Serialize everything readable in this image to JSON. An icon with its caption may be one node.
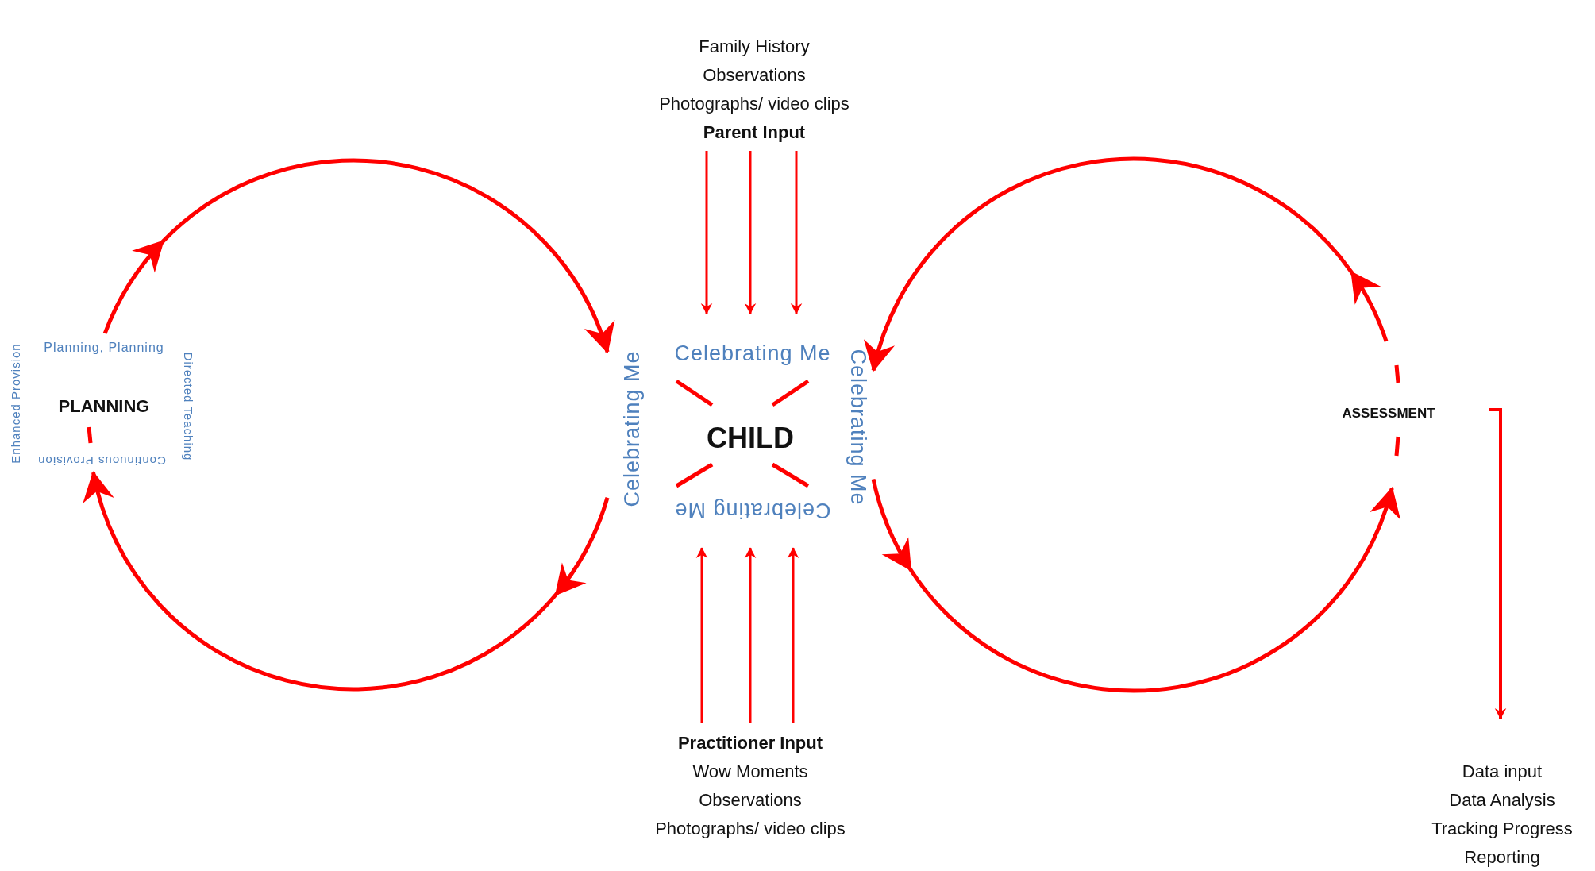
{
  "diagram": {
    "nodes": [
      {
        "text": [
          "Family History",
          "Observations",
          "Photographs/ video clips",
          "Parent Input"
        ]
      },
      {
        "text": [
          "Celebrating Me",
          "Celebrating Me",
          "CHILD",
          "Celebrating Me",
          "Celebrating Me"
        ]
      },
      {
        "text": [
          "Practitioner Input",
          "Wow Moments",
          "Observations",
          "Photographs/ video clips"
        ]
      },
      {
        "text": [
          "Planning, Planning",
          "Enhanced Provision",
          "PLANNING",
          "Directed Teaching",
          "Continuous Provision"
        ]
      },
      {
        "text": [
          "ASSESSMENT"
        ]
      },
      {
        "text": [
          "Data input",
          "Data Analysis",
          "Tracking Progress",
          "Reporting"
        ]
      }
    ],
    "edges": [
      {
        "from": 0,
        "to": 1,
        "arrow": "to"
      },
      {
        "from": 0,
        "to": 1,
        "arrow": "to"
      },
      {
        "from": 0,
        "to": 1,
        "arrow": "to"
      },
      {
        "from": 2,
        "to": 1,
        "arrow": "to"
      },
      {
        "from": 2,
        "to": 1,
        "arrow": "to"
      },
      {
        "from": 2,
        "to": 1,
        "arrow": "to"
      },
      {
        "from": 3,
        "to": 1,
        "arrow": "to"
      },
      {
        "from": 1,
        "to": 3,
        "arrow": "to"
      },
      {
        "from": 4,
        "to": 1,
        "arrow": "to"
      },
      {
        "from": 1,
        "to": 4,
        "arrow": "to"
      },
      {
        "from": 4,
        "to": 5,
        "arrow": "to"
      }
    ]
  }
}
